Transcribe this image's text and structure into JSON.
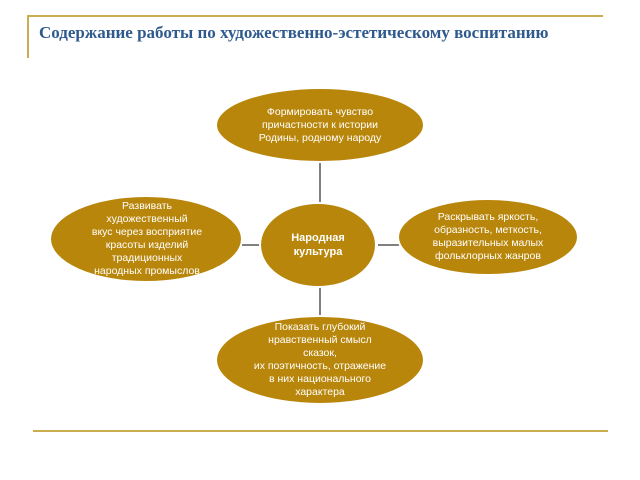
{
  "title": "Содержание работы по художественно-эстетическому воспитанию",
  "colors": {
    "frame": "#c9ad4e",
    "title": "#2e5a8e",
    "node_fill": "#b8860b",
    "node_stroke": "#ffffff",
    "node_text": "#ffffff",
    "connector": "#000000"
  },
  "diagram": {
    "center": "Народная\nкультура",
    "top": "Формировать чувство\nпричастности к истории\nРодины, родному народу",
    "left": "Развивать\nхудожественный\nвкус через восприятие\nкрасоты изделий\nтрадиционных\nнародных промыслов",
    "right": "Раскрывать яркость,\nобразность, меткость,\nвыразительных малых\nфольклорных жанров",
    "bottom": "Показать глубокий\nнравственный смысл\nсказок,\nих поэтичность, отражение\nв них национального\nхарактера"
  }
}
